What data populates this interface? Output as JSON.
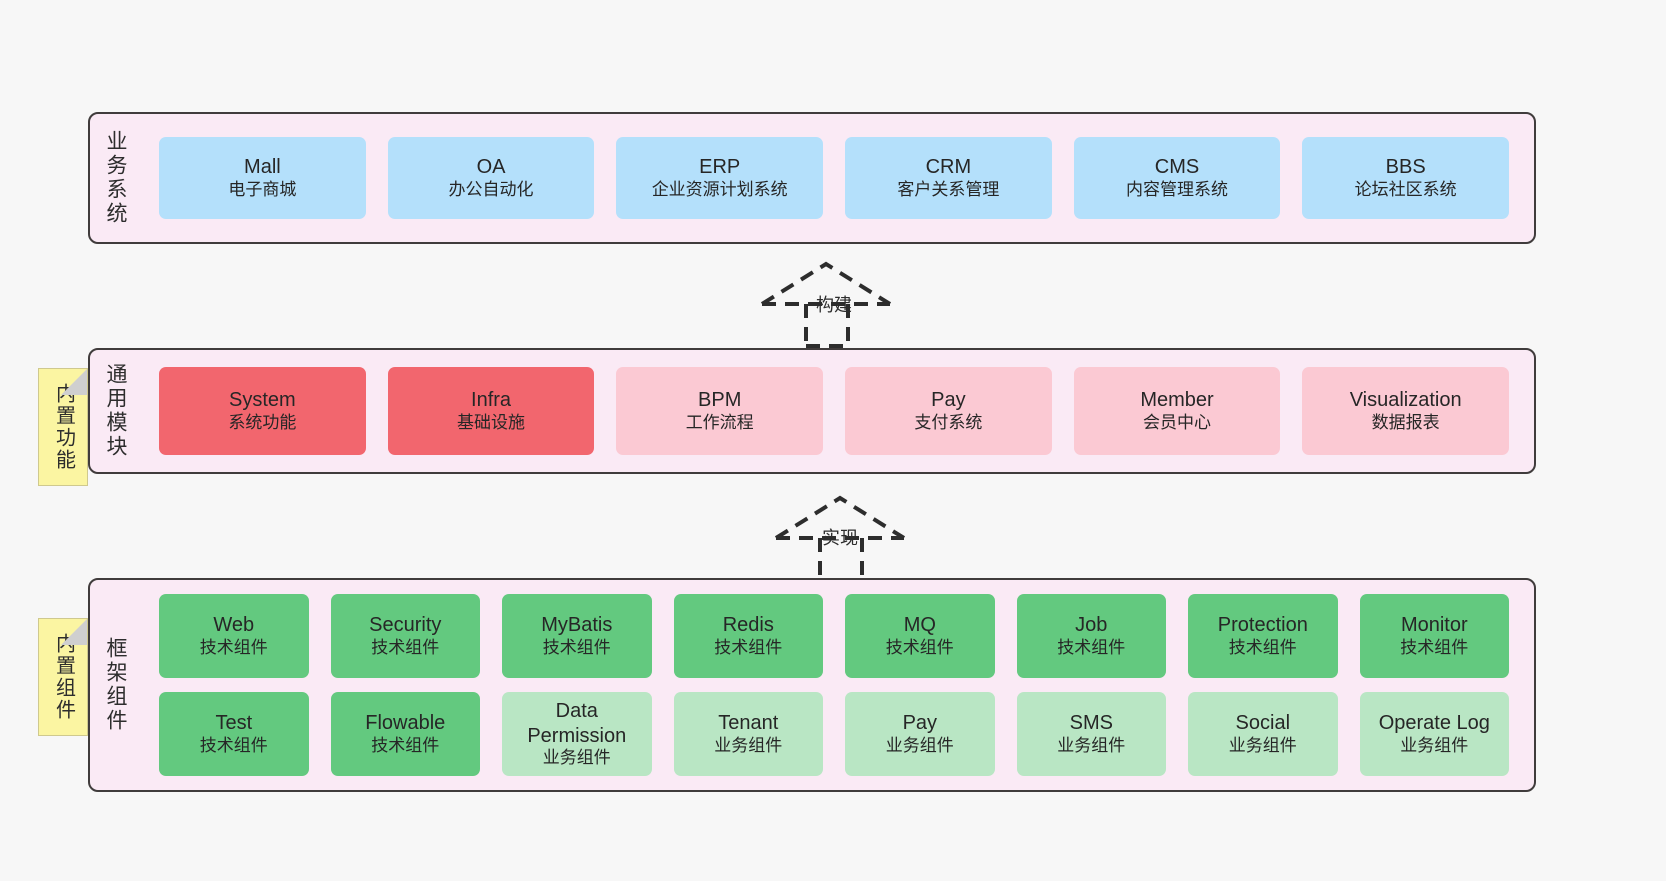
{
  "diagram": {
    "background_color": "#f7f7f7",
    "layer_fill": "#faeaf5",
    "layer_border": "#403c3c"
  },
  "layers": [
    {
      "key": "business",
      "label": "业务系统",
      "cards": [
        {
          "title": "Mall",
          "sub": "电子商城",
          "color": "#b4e0fb"
        },
        {
          "title": "OA",
          "sub": "办公自动化",
          "color": "#b4e0fb"
        },
        {
          "title": "ERP",
          "sub": "企业资源计划系统",
          "color": "#b4e0fb"
        },
        {
          "title": "CRM",
          "sub": "客户关系管理",
          "color": "#b4e0fb"
        },
        {
          "title": "CMS",
          "sub": "内容管理系统",
          "color": "#b4e0fb"
        },
        {
          "title": "BBS",
          "sub": "论坛社区系统",
          "color": "#b4e0fb"
        }
      ]
    },
    {
      "key": "module",
      "label": "通用模块",
      "note": "内置功能",
      "cards": [
        {
          "title": "System",
          "sub": "系统功能",
          "color": "#f2666e"
        },
        {
          "title": "Infra",
          "sub": "基础设施",
          "color": "#f2666e"
        },
        {
          "title": "BPM",
          "sub": "工作流程",
          "color": "#fbc9d3"
        },
        {
          "title": "Pay",
          "sub": "支付系统",
          "color": "#fbc9d3"
        },
        {
          "title": "Member",
          "sub": "会员中心",
          "color": "#fbc9d3"
        },
        {
          "title": "Visualization",
          "sub": "数据报表",
          "color": "#fbc9d3"
        }
      ]
    },
    {
      "key": "framework",
      "label": "框架组件",
      "note": "内置组件",
      "row1": [
        {
          "title": "Web",
          "sub": "技术组件",
          "color": "#63c97f"
        },
        {
          "title": "Security",
          "sub": "技术组件",
          "color": "#63c97f"
        },
        {
          "title": "MyBatis",
          "sub": "技术组件",
          "color": "#63c97f"
        },
        {
          "title": "Redis",
          "sub": "技术组件",
          "color": "#63c97f"
        },
        {
          "title": "MQ",
          "sub": "技术组件",
          "color": "#63c97f"
        },
        {
          "title": "Job",
          "sub": "技术组件",
          "color": "#63c97f"
        },
        {
          "title": "Protection",
          "sub": "技术组件",
          "color": "#63c97f"
        },
        {
          "title": "Monitor",
          "sub": "技术组件",
          "color": "#63c97f"
        }
      ],
      "row2": [
        {
          "title": "Test",
          "sub": "技术组件",
          "color": "#63c97f"
        },
        {
          "title": "Flowable",
          "sub": "技术组件",
          "color": "#63c97f"
        },
        {
          "title": "Data Permission",
          "sub": "业务组件",
          "color": "#b9e6c4"
        },
        {
          "title": "Tenant",
          "sub": "业务组件",
          "color": "#b9e6c4"
        },
        {
          "title": "Pay",
          "sub": "业务组件",
          "color": "#b9e6c4"
        },
        {
          "title": "SMS",
          "sub": "业务组件",
          "color": "#b9e6c4"
        },
        {
          "title": "Social",
          "sub": "业务组件",
          "color": "#b9e6c4"
        },
        {
          "title": "Operate Log",
          "sub": "业务组件",
          "color": "#b9e6c4"
        }
      ]
    }
  ],
  "connectors": [
    {
      "key": "build",
      "label": "构建"
    },
    {
      "key": "implement",
      "label": "实现"
    }
  ]
}
